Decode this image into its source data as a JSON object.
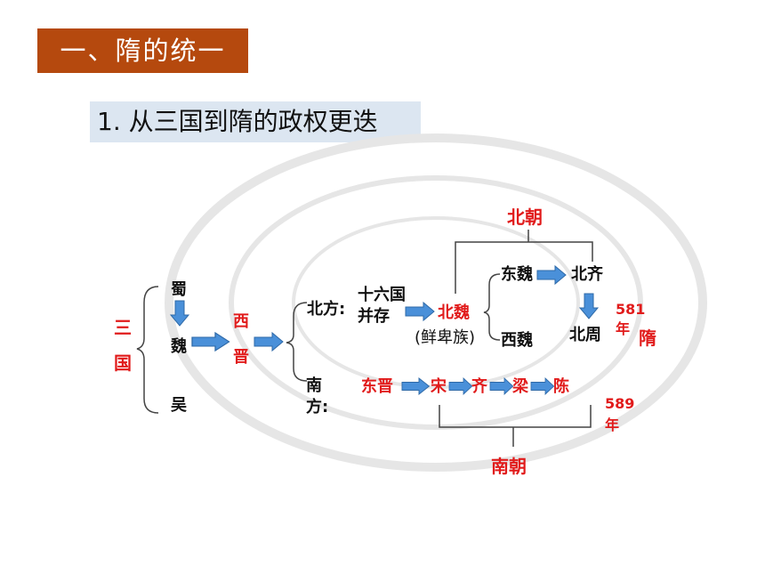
{
  "title": "一、隋的统一",
  "subtitle": "1. 从三国到隋的政权更迭",
  "colors": {
    "title_bg": "#b5490e",
    "subtitle_bg": "#dce6f1",
    "red": "#e11b1b",
    "arrow": "#4a90d9"
  },
  "diagram": {
    "three_kingdoms_a": "三",
    "three_kingdoms_b": "国",
    "shu": "蜀",
    "wei": "魏",
    "wu": "吴",
    "western_jin_a": "西",
    "western_jin_b": "晋",
    "north_label": "北方:",
    "south_label_a": "南",
    "south_label_b": "方:",
    "sixteen_a": "十六国",
    "sixteen_b": "并存",
    "northern_wei": "北魏",
    "xianbei": "(鲜卑族)",
    "northern_dynasties": "北朝",
    "eastern_wei": "东魏",
    "western_wei": "西魏",
    "northern_qi": "北齐",
    "northern_zhou": "北周",
    "year_581_a": "581",
    "year_581_b": "年",
    "sui": "隋",
    "eastern_jin": "东晋",
    "song": "宋",
    "qi": "齐",
    "liang": "梁",
    "chen": "陈",
    "year_589_a": "589",
    "year_589_b": "年",
    "southern_dynasties": "南朝"
  }
}
